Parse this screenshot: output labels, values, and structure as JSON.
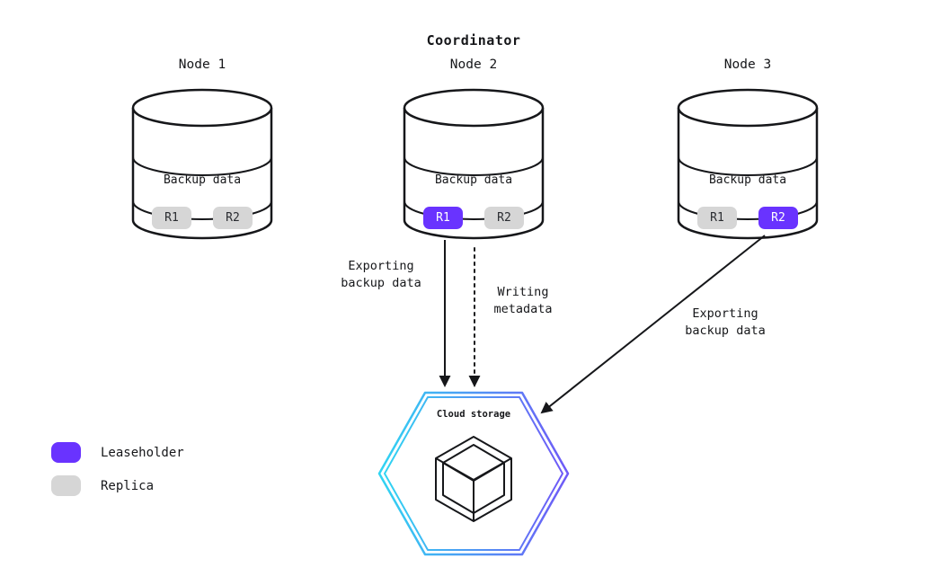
{
  "diagram": {
    "coordinator_label": "Coordinator",
    "nodes": [
      {
        "title": "Node 1",
        "body_label": "Backup data",
        "replicas": [
          {
            "label": "R1",
            "type": "replica"
          },
          {
            "label": "R2",
            "type": "replica"
          }
        ]
      },
      {
        "title": "Node 2",
        "body_label": "Backup data",
        "replicas": [
          {
            "label": "R1",
            "type": "leaseholder"
          },
          {
            "label": "R2",
            "type": "replica"
          }
        ]
      },
      {
        "title": "Node 3",
        "body_label": "Backup data",
        "replicas": [
          {
            "label": "R1",
            "type": "replica"
          },
          {
            "label": "R2",
            "type": "leaseholder"
          }
        ]
      }
    ],
    "labels": {
      "export_node2": [
        "Exporting",
        "backup data"
      ],
      "writing_metadata": [
        "Writing",
        "metadata"
      ],
      "export_node3": [
        "Exporting",
        "backup data"
      ]
    },
    "arrows": [
      {
        "from": "node-2-r1",
        "to": "cloud-storage",
        "style": "solid"
      },
      {
        "from": "node-2",
        "to": "cloud-storage",
        "style": "dashed"
      },
      {
        "from": "node-3-r2",
        "to": "cloud-storage",
        "style": "solid"
      }
    ],
    "cloud": {
      "label": "Cloud storage"
    },
    "legend": [
      {
        "label": "Leaseholder",
        "type": "leaseholder"
      },
      {
        "label": "Replica",
        "type": "replica"
      }
    ],
    "colors": {
      "leaseholder": "#6933ff",
      "replica": "#d6d6d6",
      "hex_gradient_start": "#30d5f2",
      "hex_gradient_end": "#6f59f7"
    }
  }
}
